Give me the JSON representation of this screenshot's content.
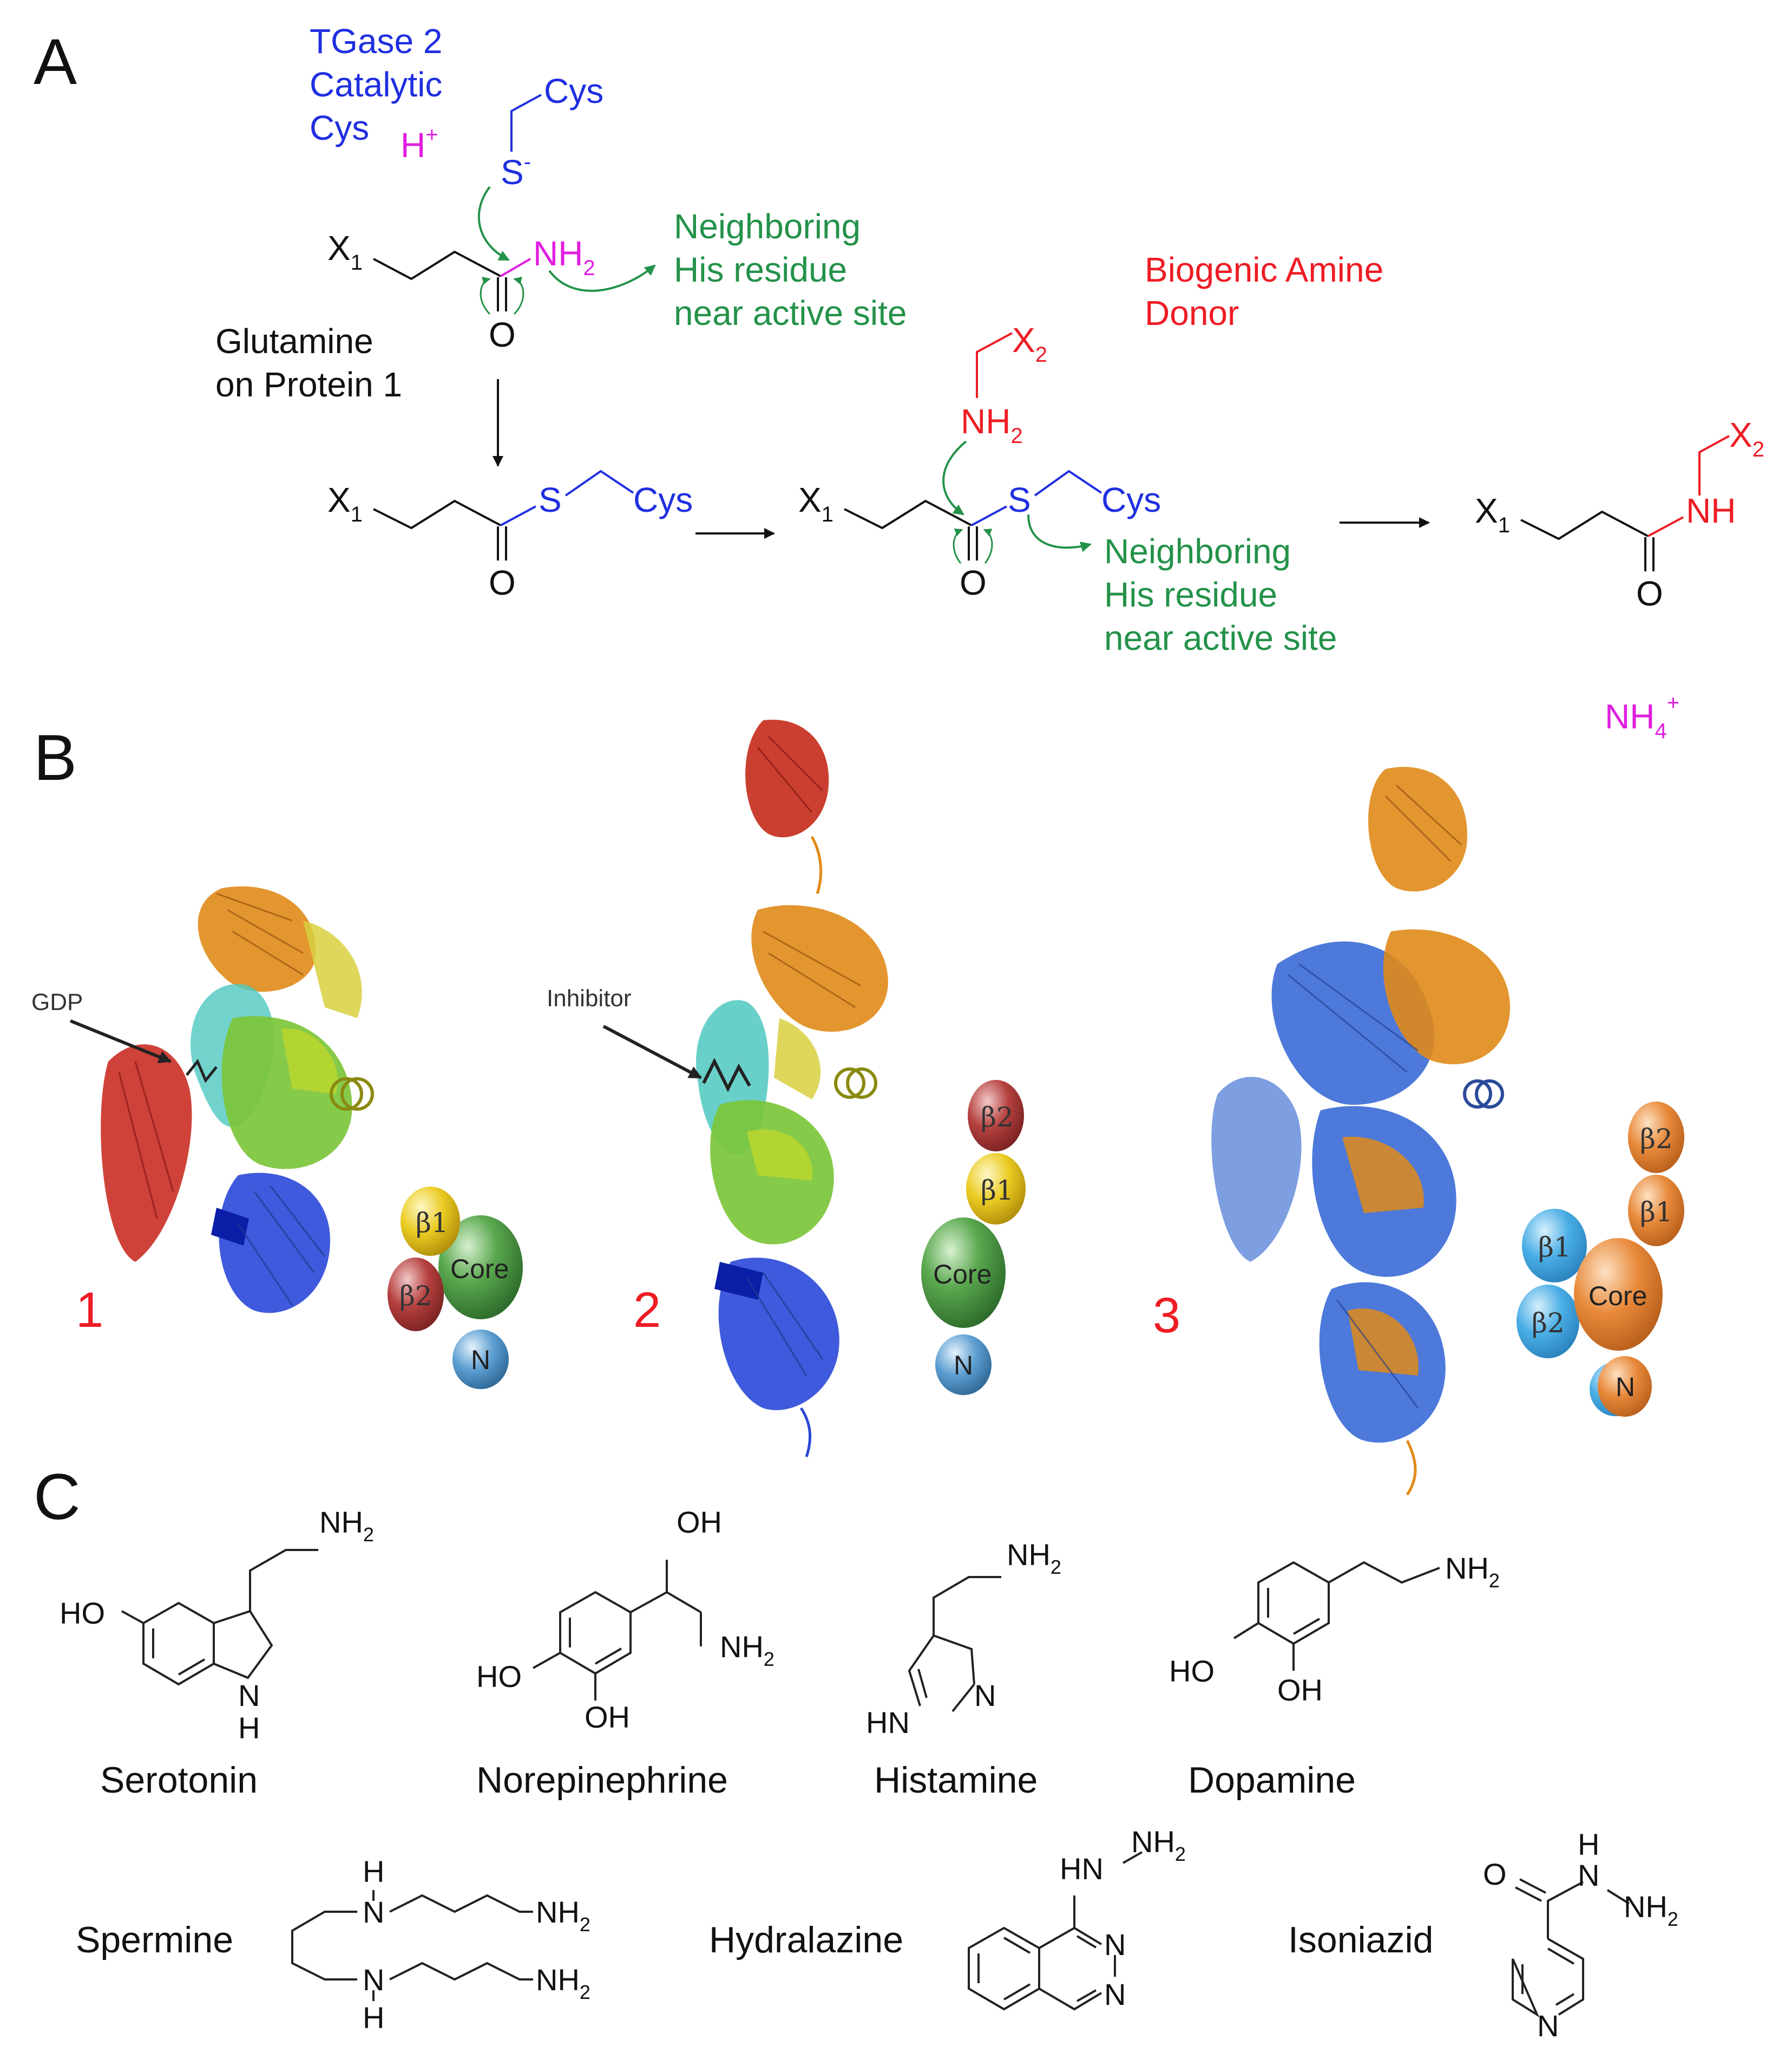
{
  "colors": {
    "blue": "#1f2fe0",
    "magenta": "#e01ee0",
    "green": "#24924a",
    "red": "#ee1c24",
    "black": "#111111"
  },
  "panelA": {
    "label": "A",
    "enzyme": [
      "TGase 2",
      "Catalytic",
      "Cys"
    ],
    "hplus": "H",
    "hplus_sup": "+",
    "thiolate": "S",
    "thiolate_sup": "-",
    "cys": "Cys",
    "x1": "X",
    "sub1": "1",
    "nh2": "NH",
    "sub2": "2",
    "oxygen": "O",
    "sulfur": "S",
    "glutamine": [
      "Glutamine",
      "on Protein 1"
    ],
    "his": [
      "Neighboring",
      "His residue",
      "near active site"
    ],
    "amine_donor": [
      "Biogenic Amine",
      "Donor"
    ],
    "x2": "X",
    "nh": "NH",
    "nh4": "NH",
    "nh4_sub": "4",
    "nh4_sup": "+"
  },
  "panelB": {
    "label": "B",
    "structures": [
      {
        "number": "1",
        "ligand": "GDP",
        "domains": [
          "β1",
          "β2",
          "Core",
          "N"
        ]
      },
      {
        "number": "2",
        "ligand": "Inhibitor",
        "domains": [
          "β2",
          "β1",
          "Core",
          "N"
        ]
      },
      {
        "number": "3",
        "ligand": "",
        "domains": [
          "β2",
          "β1",
          "β1",
          "β2",
          "Core",
          "N"
        ]
      }
    ],
    "domain_colors": {
      "core": "#4a9c46",
      "n": "#4f90c8",
      "b1": "#e8cc2a",
      "b2": "#b03a3a",
      "orange": "#e07a2c",
      "cyan": "#4aaee0"
    }
  },
  "panelC": {
    "label": "C",
    "compounds": [
      "Serotonin",
      "Norepinephrine",
      "Histamine",
      "Dopamine",
      "Spermine",
      "Hydralazine",
      "Isoniazid"
    ],
    "atoms": {
      "ho": "HO",
      "oh": "OH",
      "nh2": "NH",
      "sub2": "2",
      "h": "H",
      "n": "N",
      "hn": "HN",
      "o": "O"
    }
  }
}
